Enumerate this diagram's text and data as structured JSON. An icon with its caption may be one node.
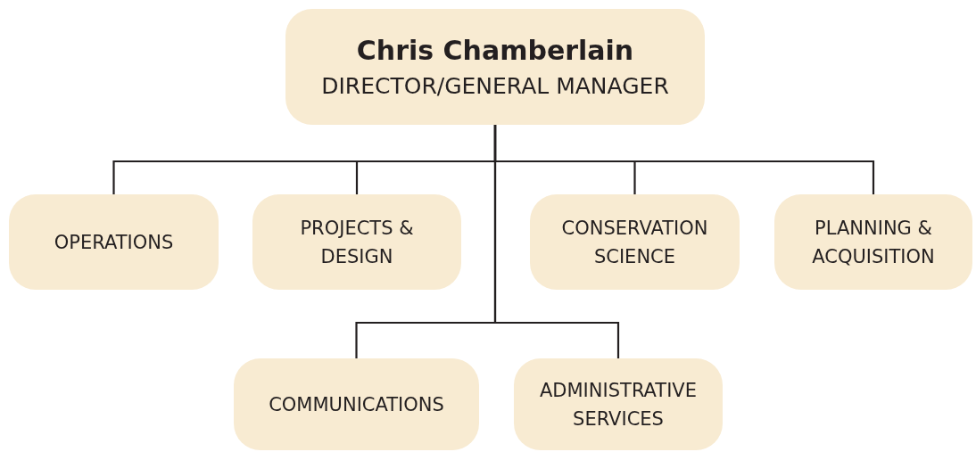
{
  "diagram": {
    "nodes": [
      {
        "text": [
          "Chris Chamberlain",
          "DIRECTOR/GENERAL MANAGER"
        ]
      },
      {
        "text": [
          "OPERATIONS"
        ]
      },
      {
        "text": [
          "PROJECTS & DESIGN"
        ]
      },
      {
        "text": [
          "CONSERVATION SCIENCE"
        ]
      },
      {
        "text": [
          "PLANNING & ACQUISITION"
        ]
      },
      {
        "text": [
          "COMMUNICATIONS"
        ]
      },
      {
        "text": [
          "ADMINISTRATIVE SERVICES"
        ]
      }
    ],
    "edges": [
      {
        "from": 0,
        "to": 1,
        "arrow": "none"
      },
      {
        "from": 0,
        "to": 2,
        "arrow": "none"
      },
      {
        "from": 0,
        "to": 3,
        "arrow": "none"
      },
      {
        "from": 0,
        "to": 4,
        "arrow": "none"
      },
      {
        "from": 0,
        "to": 5,
        "arrow": "none"
      },
      {
        "from": 0,
        "to": 6,
        "arrow": "none"
      }
    ]
  }
}
